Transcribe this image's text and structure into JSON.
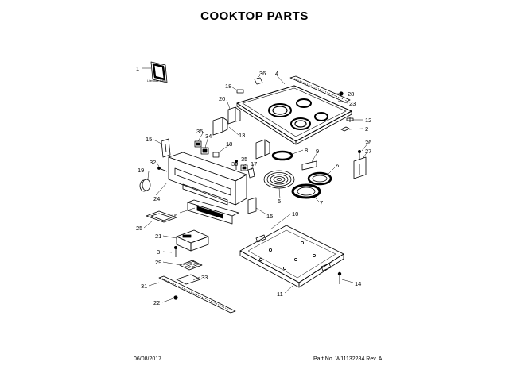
{
  "title": "COOKTOP PARTS",
  "footer": {
    "date": "06/08/2017",
    "part_number": "Part No.  W11132284  Rev. A"
  },
  "manual_label": "Literature Parts",
  "callouts": [
    "1",
    "2",
    "3",
    "4",
    "5",
    "6",
    "7",
    "8",
    "9",
    "10",
    "11",
    "12",
    "13",
    "14",
    "15",
    "15",
    "16",
    "17",
    "18",
    "18",
    "19",
    "20",
    "21",
    "22",
    "23",
    "24",
    "25",
    "26",
    "27",
    "28",
    "29",
    "30",
    "31",
    "32",
    "33",
    "34",
    "35",
    "35",
    "36"
  ]
}
